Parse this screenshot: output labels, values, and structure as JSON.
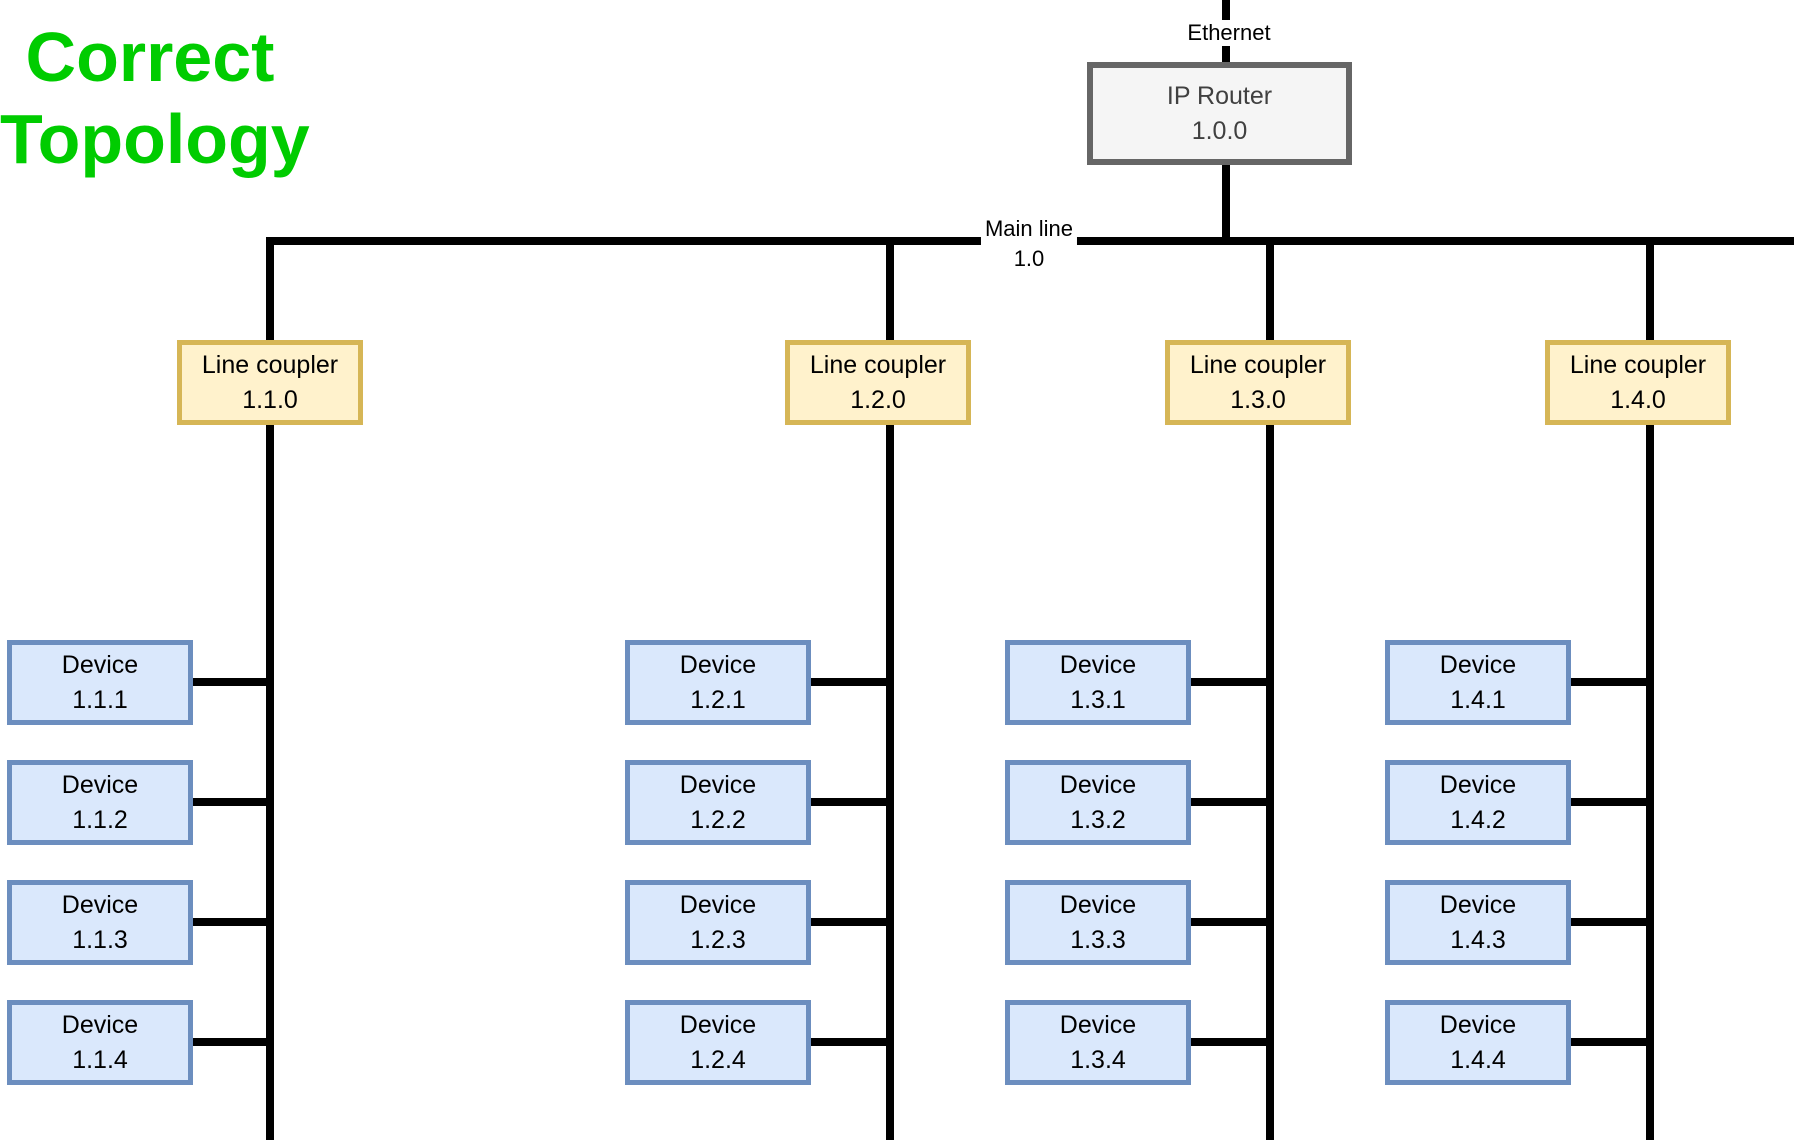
{
  "title": {
    "line1": "Correct",
    "line2": "Topology"
  },
  "ethernet": {
    "label": "Ethernet"
  },
  "router": {
    "label": "IP Router",
    "address": "1.0.0"
  },
  "main_line": {
    "label": "Main line",
    "address": "1.0"
  },
  "branches": [
    {
      "coupler": {
        "label": "Line coupler",
        "address": "1.1.0"
      },
      "devices": [
        {
          "label": "Device",
          "address": "1.1.1"
        },
        {
          "label": "Device",
          "address": "1.1.2"
        },
        {
          "label": "Device",
          "address": "1.1.3"
        },
        {
          "label": "Device",
          "address": "1.1.4"
        }
      ]
    },
    {
      "coupler": {
        "label": "Line coupler",
        "address": "1.2.0"
      },
      "devices": [
        {
          "label": "Device",
          "address": "1.2.1"
        },
        {
          "label": "Device",
          "address": "1.2.2"
        },
        {
          "label": "Device",
          "address": "1.2.3"
        },
        {
          "label": "Device",
          "address": "1.2.4"
        }
      ]
    },
    {
      "coupler": {
        "label": "Line coupler",
        "address": "1.3.0"
      },
      "devices": [
        {
          "label": "Device",
          "address": "1.3.1"
        },
        {
          "label": "Device",
          "address": "1.3.2"
        },
        {
          "label": "Device",
          "address": "1.3.3"
        },
        {
          "label": "Device",
          "address": "1.3.4"
        }
      ]
    },
    {
      "coupler": {
        "label": "Line coupler",
        "address": "1.4.0"
      },
      "devices": [
        {
          "label": "Device",
          "address": "1.4.1"
        },
        {
          "label": "Device",
          "address": "1.4.2"
        },
        {
          "label": "Device",
          "address": "1.4.3"
        },
        {
          "label": "Device",
          "address": "1.4.4"
        }
      ]
    }
  ],
  "colors": {
    "title-color": "#00CC00",
    "line-color": "#000000",
    "router-fill": "#F5F5F5",
    "router-stroke": "#666666",
    "coupler-fill": "#FFF2CC",
    "coupler-stroke": "#D6B656",
    "device-fill": "#DAE8FC",
    "device-stroke": "#6C8EBF"
  }
}
